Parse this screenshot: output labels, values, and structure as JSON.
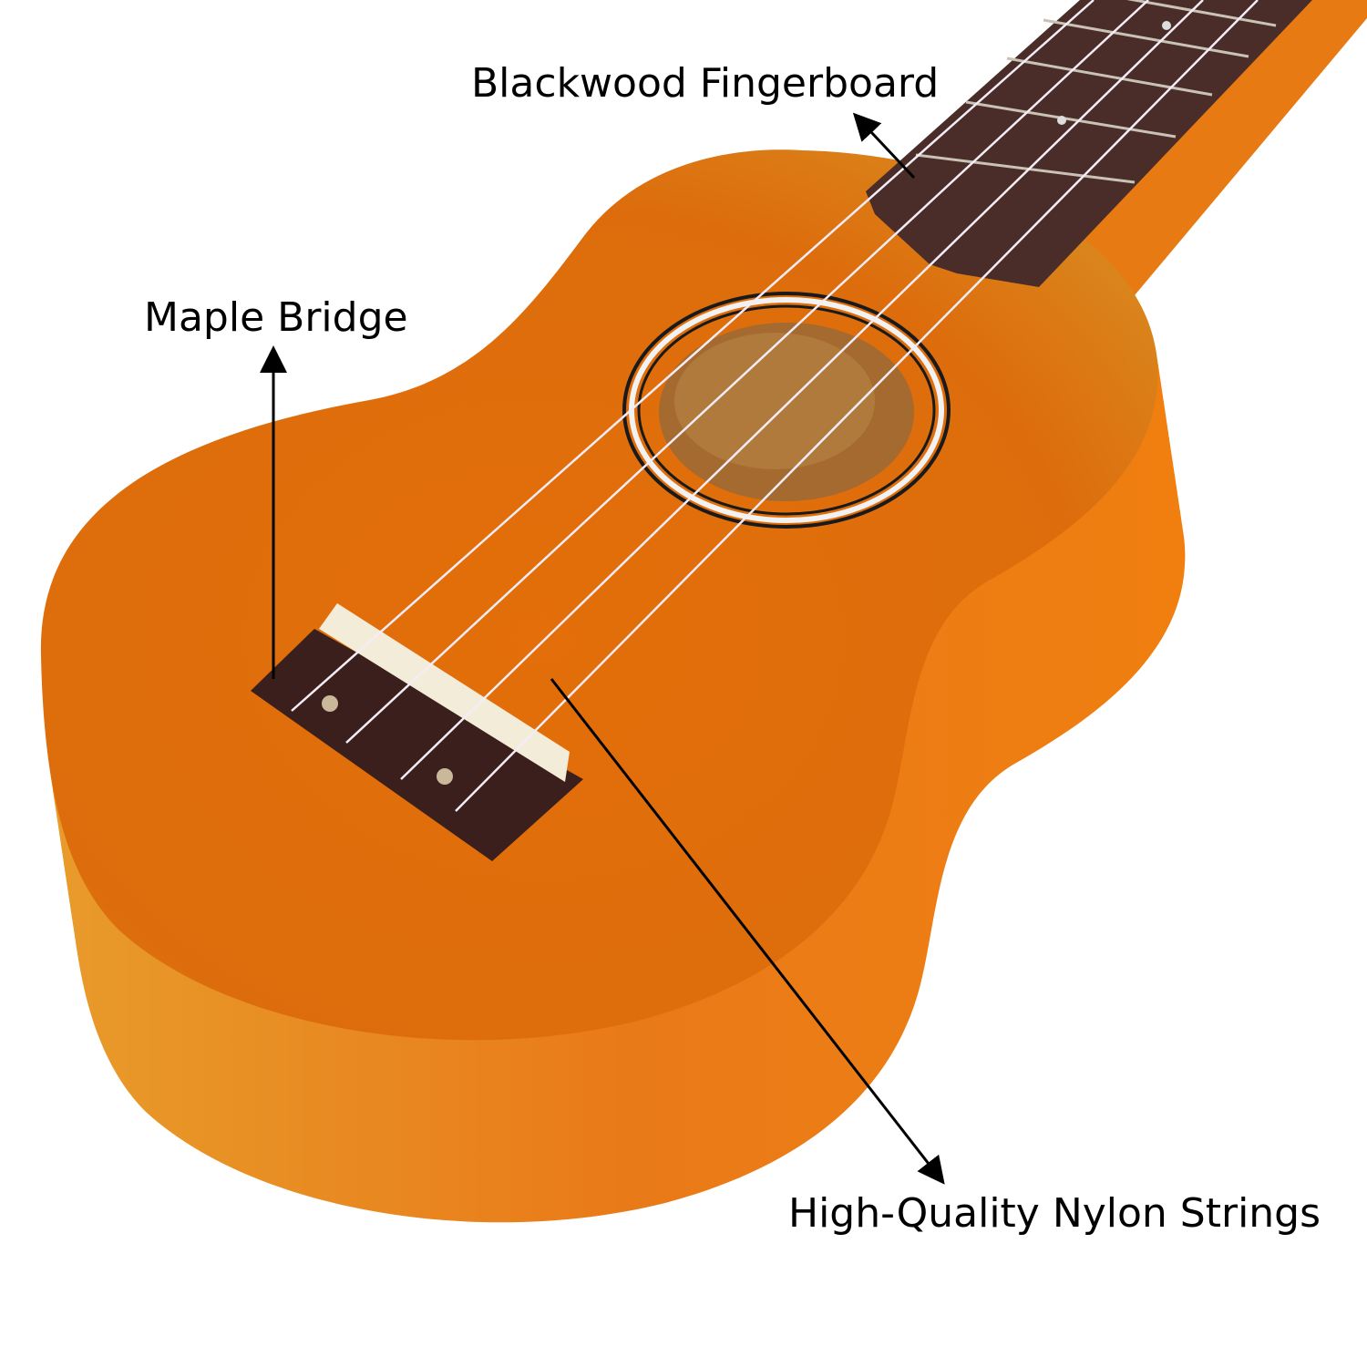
{
  "callouts": {
    "fingerboard": "Blackwood Fingerboard",
    "bridge": "Maple Bridge",
    "strings": "High-Quality Nylon Strings"
  },
  "colors": {
    "body_top": "#e06f0c",
    "body_side": "#e8770f",
    "fingerboard": "#4a2c28",
    "bridge": "#3a1f1c",
    "saddle": "#f3ecd9",
    "background": "#ffffff"
  }
}
